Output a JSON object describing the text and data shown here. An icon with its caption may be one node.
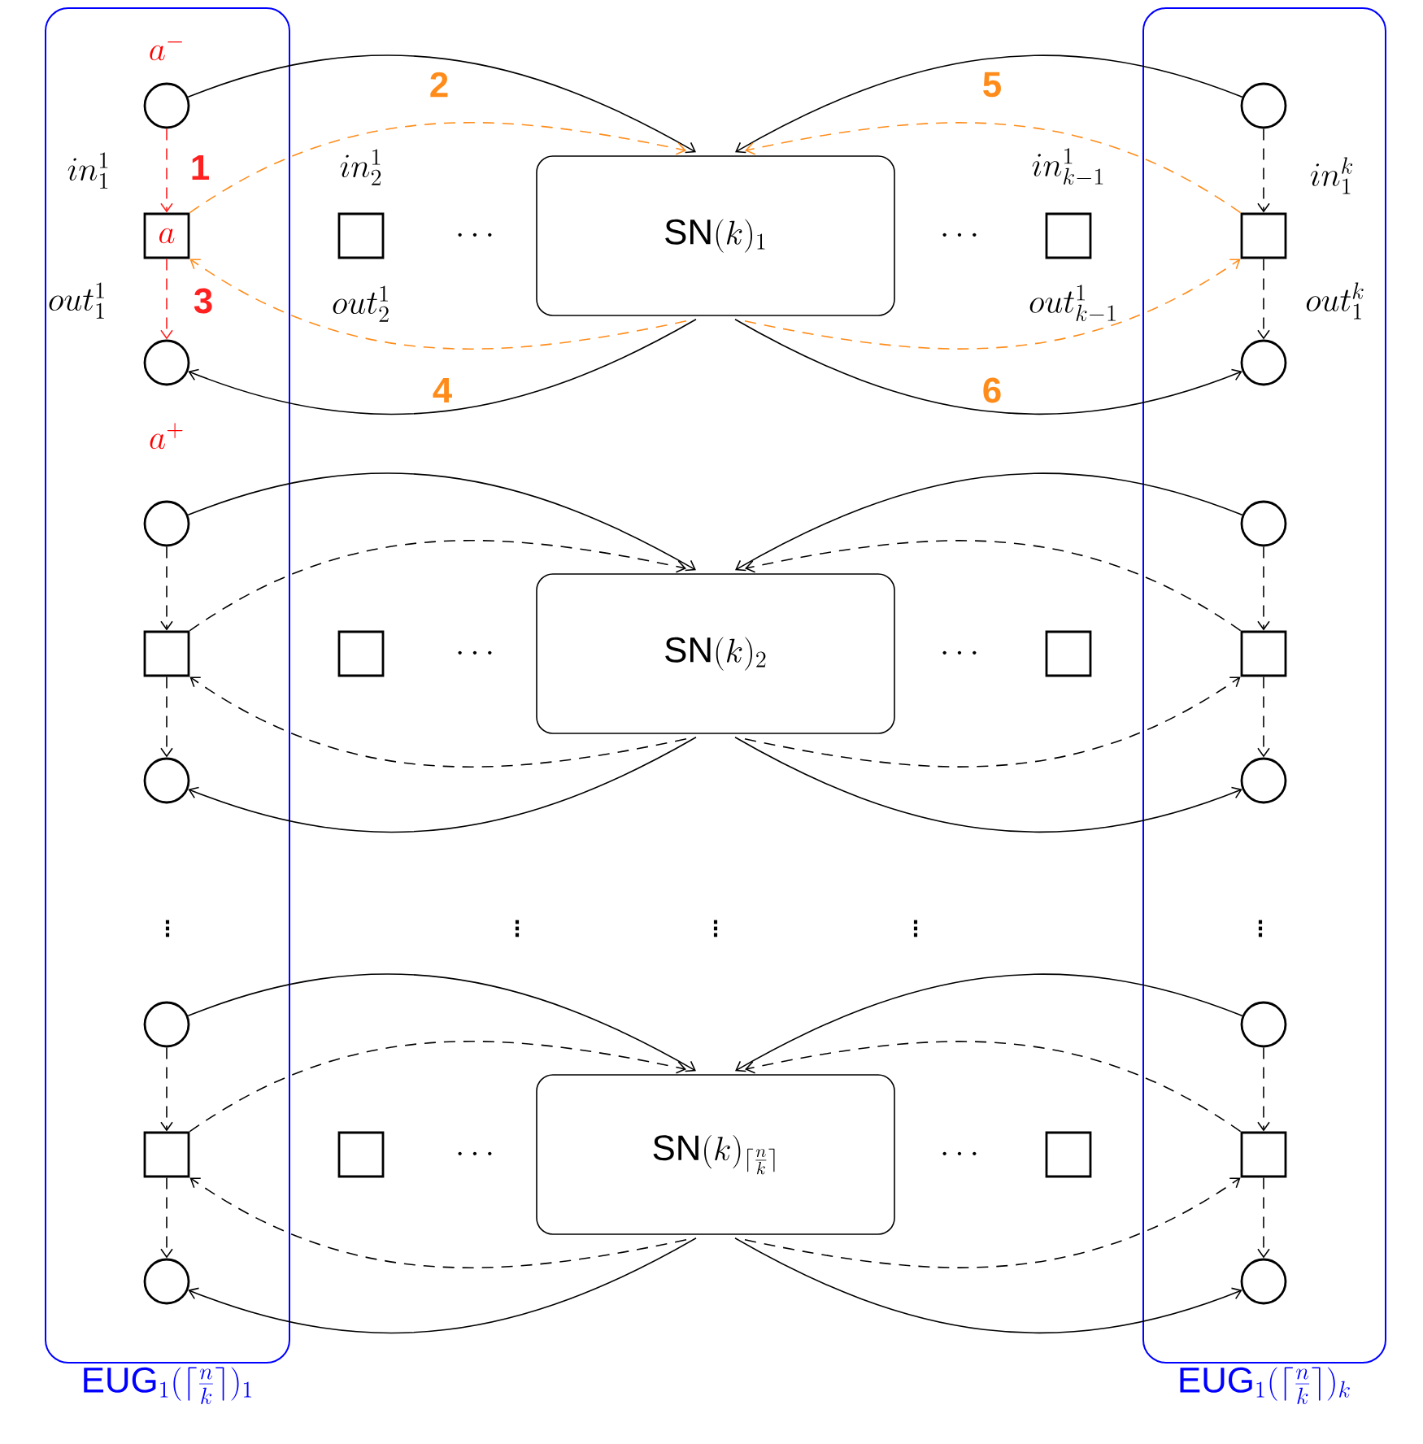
{
  "diagram": {
    "nodes": [
      {
        "text": [
          "\\mathsf{EUG}_1(\\lceil\\frac{n}{k}\\rceil)_1"
        ]
      },
      {
        "text": [
          "\\mathsf{EUG}_1(\\lceil\\frac{n}{k}\\rceil)_k"
        ]
      },
      {
        "text": [],
        "shape": "circle",
        "in": 0,
        "beside": [
          "a^{-}"
        ]
      },
      {
        "text": [
          "a"
        ],
        "in": 0,
        "beside": [
          "in_1^1",
          "out_1^1"
        ]
      },
      {
        "text": [],
        "shape": "circle",
        "in": 0,
        "beside": [
          "a^{+}"
        ]
      },
      {
        "text": [],
        "shape": "box",
        "beside": [
          "in_2^1",
          "out_2^1"
        ]
      },
      {
        "text": [
          "\\mathsf{SN}(k)_1"
        ]
      },
      {
        "text": [],
        "shape": "box",
        "beside": [
          "in_{k-1}^1",
          "out_{k-1}^1"
        ]
      },
      {
        "text": [],
        "shape": "circle",
        "in": 1
      },
      {
        "text": [],
        "shape": "box",
        "in": 1,
        "beside": [
          "in_1^k",
          "out_1^k"
        ]
      },
      {
        "text": [],
        "shape": "circle",
        "in": 1
      },
      {
        "text": [],
        "shape": "circle",
        "in": 0
      },
      {
        "text": [],
        "shape": "box",
        "in": 0
      },
      {
        "text": [],
        "shape": "circle",
        "in": 0
      },
      {
        "text": [],
        "shape": "box"
      },
      {
        "text": [
          "\\mathsf{SN}(k)_2"
        ]
      },
      {
        "text": [],
        "shape": "box"
      },
      {
        "text": [],
        "shape": "circle",
        "in": 1
      },
      {
        "text": [],
        "shape": "box",
        "in": 1
      },
      {
        "text": [],
        "shape": "circle",
        "in": 1
      },
      {
        "text": [],
        "shape": "circle",
        "in": 0
      },
      {
        "text": [],
        "shape": "box",
        "in": 0
      },
      {
        "text": [],
        "shape": "circle",
        "in": 0
      },
      {
        "text": [],
        "shape": "box"
      },
      {
        "text": [
          "\\mathsf{SN}(k)_{\\lceil\\frac{n}{k}\\rceil}"
        ]
      },
      {
        "text": [],
        "shape": "box"
      },
      {
        "text": [],
        "shape": "circle",
        "in": 1
      },
      {
        "text": [],
        "shape": "box",
        "in": 1
      },
      {
        "text": [],
        "shape": "circle",
        "in": 1
      }
    ],
    "edges": [
      {
        "from": 2,
        "to": 6,
        "arrow": "to"
      },
      {
        "from": 2,
        "to": 3,
        "arrow": "to",
        "style": "dashed",
        "color": "#ff2020",
        "label": "1"
      },
      {
        "from": 3,
        "to": 6,
        "arrow": "to",
        "style": "dashed",
        "color": "#ff8c1a",
        "label": "2"
      },
      {
        "from": 6,
        "to": 3,
        "arrow": "to",
        "style": "dashed",
        "color": "#ff8c1a",
        "label": "4"
      },
      {
        "from": 3,
        "to": 4,
        "arrow": "to",
        "style": "dashed",
        "color": "#ff2020",
        "label": "3"
      },
      {
        "from": 6,
        "to": 4,
        "arrow": "to"
      },
      {
        "from": 8,
        "to": 6,
        "arrow": "to"
      },
      {
        "from": 8,
        "to": 9,
        "arrow": "to",
        "style": "dashed"
      },
      {
        "from": 9,
        "to": 6,
        "arrow": "to",
        "style": "dashed",
        "color": "#ff8c1a",
        "label": "5"
      },
      {
        "from": 6,
        "to": 9,
        "arrow": "to",
        "style": "dashed",
        "color": "#ff8c1a",
        "label": "6"
      },
      {
        "from": 9,
        "to": 10,
        "arrow": "to",
        "style": "dashed"
      },
      {
        "from": 6,
        "to": 10,
        "arrow": "to"
      },
      {
        "from": 11,
        "to": 15,
        "arrow": "to"
      },
      {
        "from": 11,
        "to": 12,
        "arrow": "to",
        "style": "dashed"
      },
      {
        "from": 12,
        "to": 15,
        "arrow": "to",
        "style": "dashed"
      },
      {
        "from": 15,
        "to": 12,
        "arrow": "to",
        "style": "dashed"
      },
      {
        "from": 12,
        "to": 13,
        "arrow": "to",
        "style": "dashed"
      },
      {
        "from": 15,
        "to": 13,
        "arrow": "to"
      },
      {
        "from": 17,
        "to": 15,
        "arrow": "to"
      },
      {
        "from": 17,
        "to": 18,
        "arrow": "to",
        "style": "dashed"
      },
      {
        "from": 18,
        "to": 15,
        "arrow": "to",
        "style": "dashed"
      },
      {
        "from": 15,
        "to": 18,
        "arrow": "to",
        "style": "dashed"
      },
      {
        "from": 18,
        "to": 19,
        "arrow": "to",
        "style": "dashed"
      },
      {
        "from": 15,
        "to": 19,
        "arrow": "to"
      },
      {
        "from": 20,
        "to": 24,
        "arrow": "to"
      },
      {
        "from": 20,
        "to": 21,
        "arrow": "to",
        "style": "dashed"
      },
      {
        "from": 21,
        "to": 24,
        "arrow": "to",
        "style": "dashed"
      },
      {
        "from": 24,
        "to": 21,
        "arrow": "to",
        "style": "dashed"
      },
      {
        "from": 21,
        "to": 22,
        "arrow": "to",
        "style": "dashed"
      },
      {
        "from": 24,
        "to": 22,
        "arrow": "to"
      },
      {
        "from": 26,
        "to": 24,
        "arrow": "to"
      },
      {
        "from": 26,
        "to": 27,
        "arrow": "to",
        "style": "dashed"
      },
      {
        "from": 27,
        "to": 24,
        "arrow": "to",
        "style": "dashed"
      },
      {
        "from": 24,
        "to": 27,
        "arrow": "to",
        "style": "dashed"
      },
      {
        "from": 27,
        "to": 28,
        "arrow": "to",
        "style": "dashed"
      },
      {
        "from": 24,
        "to": 28,
        "arrow": "to"
      }
    ],
    "labels": [
      "\\cdots",
      "\\cdots",
      "\\cdots",
      "\\cdots",
      "\\vdots",
      "\\vdots",
      "\\vdots",
      "\\vdots",
      "\\vdots",
      "\\cdots",
      "\\cdots"
    ]
  }
}
